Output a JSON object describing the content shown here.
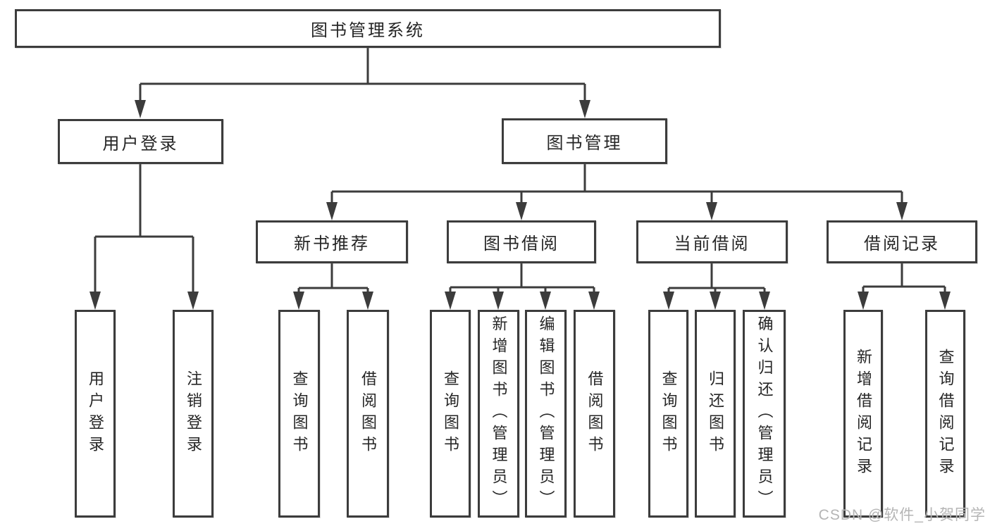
{
  "tree": {
    "root": {
      "label": "图书管理系统"
    },
    "children": [
      {
        "label": "用户登录",
        "children": [
          {
            "label": "用户登录"
          },
          {
            "label": "注销登录"
          }
        ]
      },
      {
        "label": "图书管理",
        "children": [
          {
            "label": "新书推荐",
            "children": [
              {
                "label": "查询图书"
              },
              {
                "label": "借阅图书"
              }
            ]
          },
          {
            "label": "图书借阅",
            "children": [
              {
                "label": "查询图书"
              },
              {
                "label": "新增图书（管理员）"
              },
              {
                "label": "编辑图书（管理员）"
              },
              {
                "label": "借阅图书"
              }
            ]
          },
          {
            "label": "当前借阅",
            "children": [
              {
                "label": "查询图书"
              },
              {
                "label": "归还图书"
              },
              {
                "label": "确认归还（管理员）"
              }
            ]
          },
          {
            "label": "借阅记录",
            "children": [
              {
                "label": "新增借阅记录"
              },
              {
                "label": "查询借阅记录"
              }
            ]
          }
        ]
      }
    ]
  },
  "watermark": "CSDN @软件_小贺同学",
  "colors": {
    "line": "#3c3c3c",
    "text": "#262626",
    "background": "#ffffff",
    "watermark": "#b5b5b5"
  }
}
